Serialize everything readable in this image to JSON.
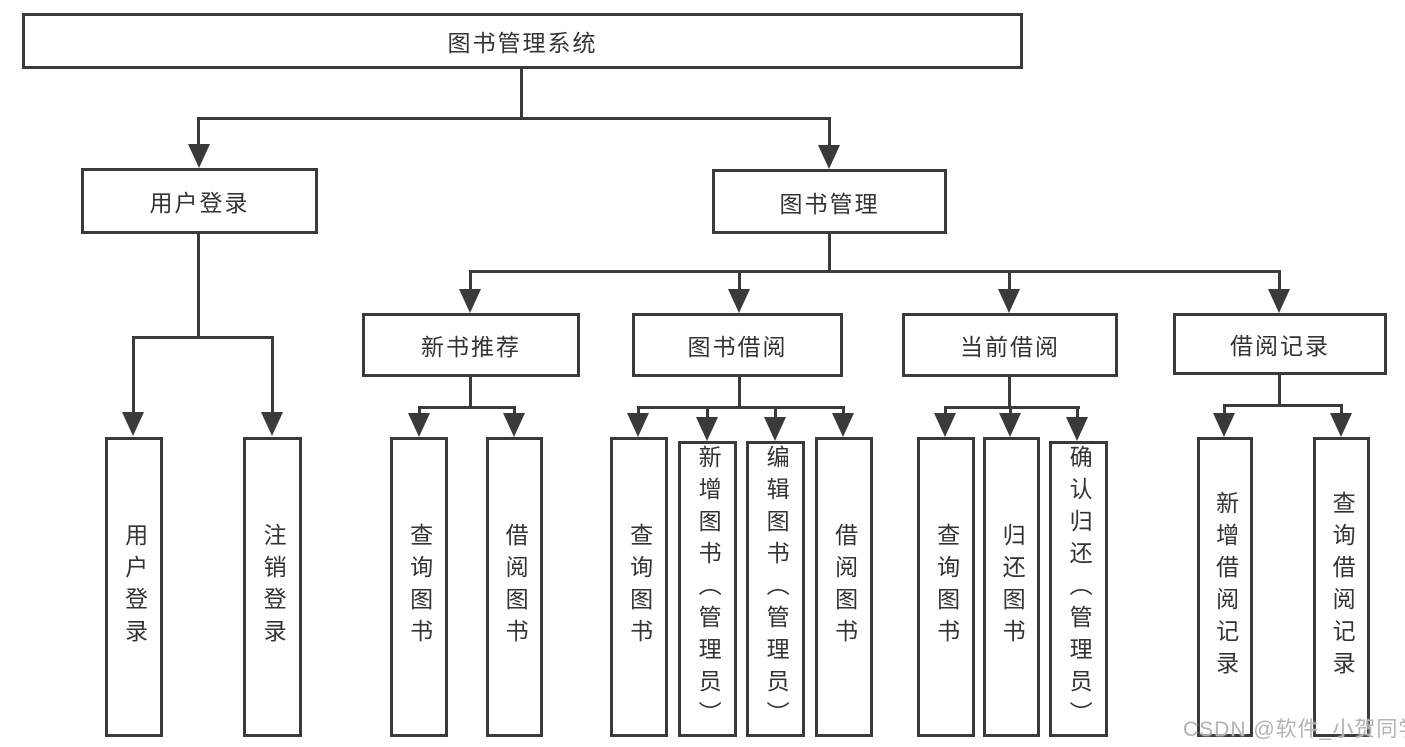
{
  "title": "图书管理系统",
  "branches": {
    "user_login": {
      "label": "用户登录",
      "children": [
        "用户登录",
        "注销登录"
      ]
    },
    "book_management": {
      "label": "图书管理",
      "sections": [
        {
          "label": "新书推荐",
          "children": [
            "查询图书",
            "借阅图书"
          ]
        },
        {
          "label": "图书借阅",
          "children": [
            "查询图书",
            "新增图书（管理员）",
            "编辑图书（管理员）",
            "借阅图书"
          ]
        },
        {
          "label": "当前借阅",
          "children": [
            "查询图书",
            "归还图书",
            "确认归还（管理员）"
          ]
        },
        {
          "label": "借阅记录",
          "children": [
            "新增借阅记录",
            "查询借阅记录"
          ]
        }
      ]
    }
  },
  "watermark": "CSDN @软件_小贺同学"
}
